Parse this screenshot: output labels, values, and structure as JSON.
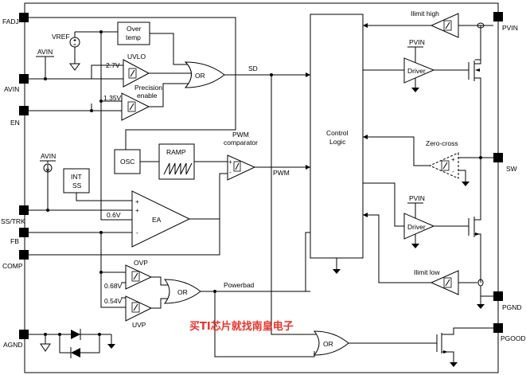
{
  "pins": {
    "fadj": "FADJ",
    "avin": "AVIN",
    "en": "EN",
    "ss_trk": "SS/TRK",
    "fb": "FB",
    "comp": "COMP",
    "agnd": "AGND",
    "pvin": "PVIN",
    "sw": "SW",
    "pgnd": "PGND",
    "pgood": "PGOOD"
  },
  "labels": {
    "vref": "VREF",
    "avin_top": "AVIN",
    "avin_mid": "AVIN",
    "over_temp_1": "Over",
    "over_temp_2": "temp",
    "uvlo": "UVLO",
    "v27": "2.7V",
    "v135": "1.35V",
    "precision_1": "Precision",
    "precision_2": "enable",
    "or_main": "OR",
    "sd": "SD",
    "osc": "OSC",
    "ramp": "RAMP",
    "pwm_comp_1": "PWM",
    "pwm_comp_2": "comparator",
    "pwm": "PWM",
    "int_ss_1": "INT",
    "int_ss_2": "SS",
    "v06": "0.6V",
    "ea": "EA",
    "ovp": "OVP",
    "v068": "0.68V",
    "v054": "0.54V",
    "uvp": "UVP",
    "or_pg": "OR",
    "powerbad": "Powerbad",
    "or_pgood": "OR",
    "control_1": "Control",
    "control_2": "Logic",
    "ilimit_high": "Ilimit high",
    "ilimit_low": "Ilimit low",
    "pvin_hi": "PVIN",
    "pvin_lo": "PVIN",
    "driver_hi": "Driver",
    "driver_lo": "Driver",
    "zero_cross": "Zero-cross",
    "plus": "+",
    "minus": "-"
  },
  "watermark": "买TI芯片就找南皇电子"
}
